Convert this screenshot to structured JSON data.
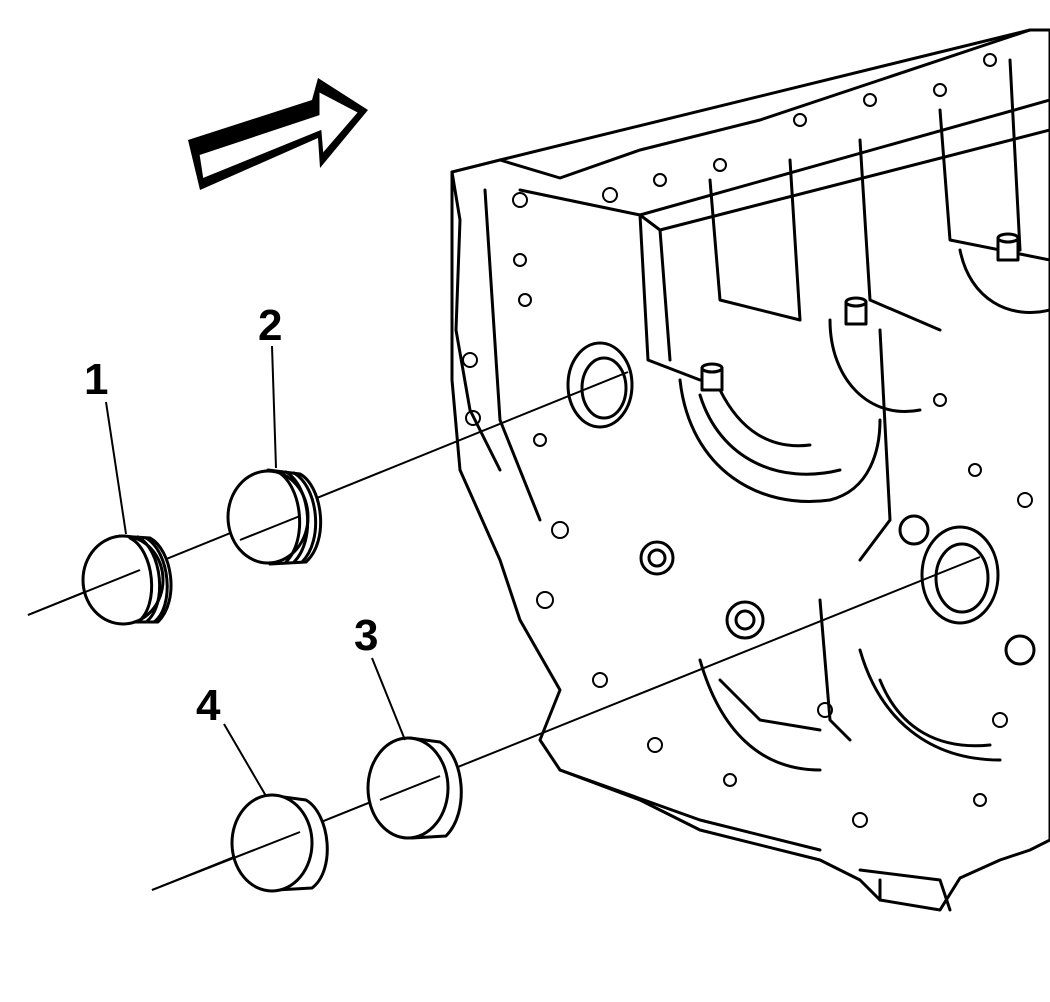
{
  "callouts": [
    {
      "id": "1",
      "label": "1"
    },
    {
      "id": "2",
      "label": "2"
    },
    {
      "id": "3",
      "label": "3"
    },
    {
      "id": "4",
      "label": "4"
    }
  ],
  "colors": {
    "ink": "#000000",
    "paper": "#ffffff"
  },
  "icons": {
    "direction": "arrow-right-icon"
  }
}
